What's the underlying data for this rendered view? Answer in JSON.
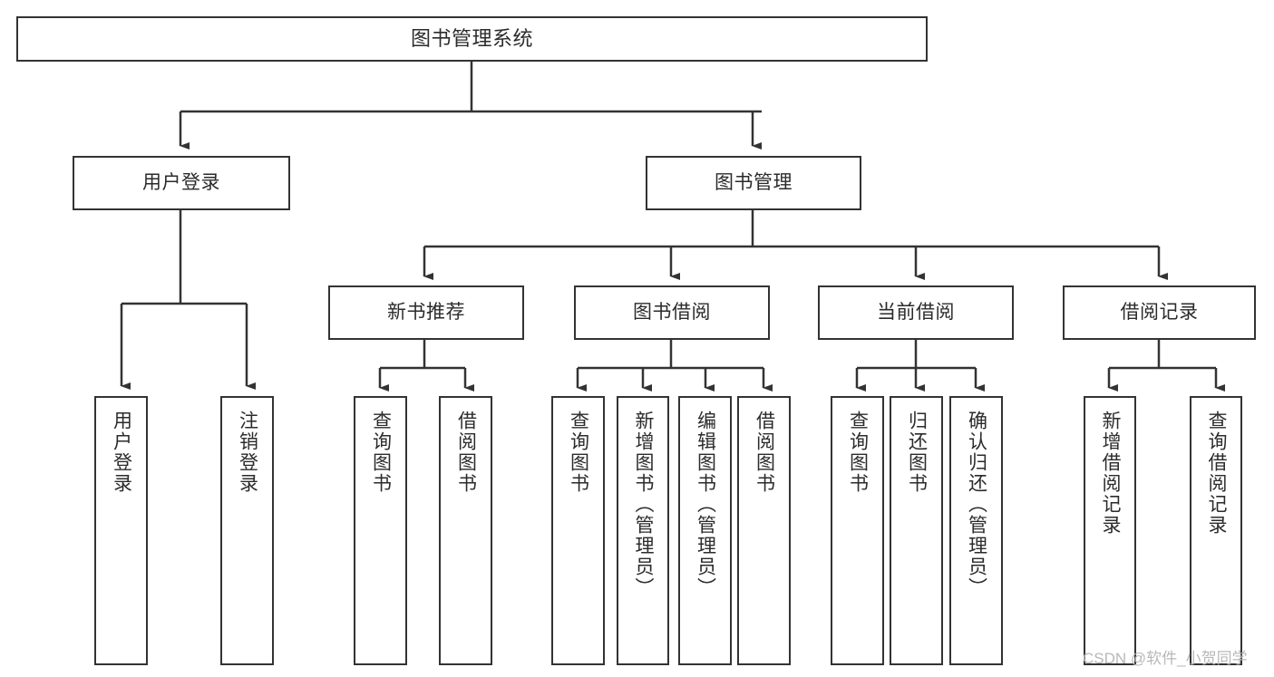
{
  "diagram": {
    "type": "tree-hierarchy-chart",
    "title": "图书管理系统",
    "background_color": "#ffffff",
    "box_border_color": "#333333",
    "connector_color": "#333333",
    "text_color": "#2b2b2b",
    "levels": 3,
    "root": {
      "id": "root",
      "label": "图书管理系统",
      "orientation": "horizontal"
    },
    "level2": [
      {
        "id": "user-login",
        "label": "用户登录",
        "orientation": "horizontal"
      },
      {
        "id": "book-management",
        "label": "图书管理",
        "orientation": "horizontal"
      }
    ],
    "level3": [
      {
        "id": "new-book-recommend",
        "label": "新书推荐",
        "orientation": "horizontal",
        "parent": "book-management"
      },
      {
        "id": "book-borrow",
        "label": "图书借阅",
        "orientation": "horizontal",
        "parent": "book-management"
      },
      {
        "id": "current-borrow",
        "label": "当前借阅",
        "orientation": "horizontal",
        "parent": "book-management"
      },
      {
        "id": "borrow-record",
        "label": "借阅记录",
        "orientation": "horizontal",
        "parent": "book-management"
      }
    ],
    "leaves": {
      "user_login": [
        {
          "id": "leaf-user-login",
          "label": "用户登录"
        },
        {
          "id": "leaf-logout-login",
          "label": "注销登录"
        }
      ],
      "new_book_recommend": [
        {
          "id": "leaf-query-book-1",
          "label": "查询图书"
        },
        {
          "id": "leaf-borrow-book-1",
          "label": "借阅图书"
        }
      ],
      "book_borrow": [
        {
          "id": "leaf-query-book-2",
          "label": "查询图书"
        },
        {
          "id": "leaf-add-book",
          "label": "新增图书（管理员）"
        },
        {
          "id": "leaf-edit-book",
          "label": "编辑图书（管理员）"
        },
        {
          "id": "leaf-borrow-book-2",
          "label": "借阅图书"
        }
      ],
      "current_borrow": [
        {
          "id": "leaf-query-book-3",
          "label": "查询图书"
        },
        {
          "id": "leaf-return-book",
          "label": "归还图书"
        },
        {
          "id": "leaf-confirm-return",
          "label": "确认归还（管理员）"
        }
      ],
      "borrow_record": [
        {
          "id": "leaf-add-record",
          "label": "新增借阅记录"
        },
        {
          "id": "leaf-query-record",
          "label": "查询借阅记录"
        }
      ]
    }
  },
  "watermark": {
    "text": "CSDN @软件_小贺同学",
    "color": "#b8b8b8"
  }
}
